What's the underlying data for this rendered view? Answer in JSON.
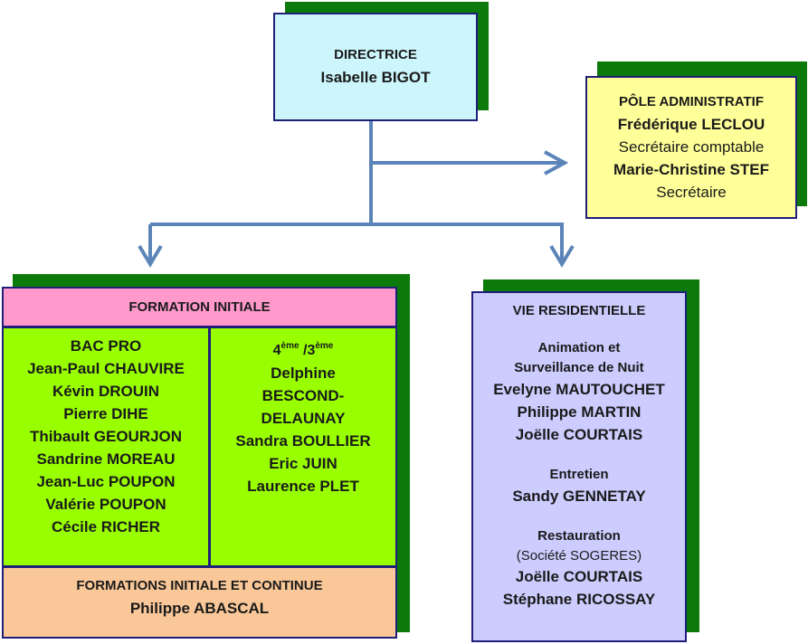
{
  "director": {
    "title": "DIRECTRICE",
    "name": "Isabelle BIGOT"
  },
  "admin": {
    "title": "PÔLE ADMINISTRATIF",
    "people": [
      {
        "name": "Frédérique LECLOU",
        "role": "Secrétaire comptable"
      },
      {
        "name": "Marie-Christine STEF",
        "role": "Secrétaire"
      }
    ]
  },
  "formation_initiale": {
    "title": "FORMATION INITIALE",
    "bacpro": {
      "title": "BAC PRO",
      "members": [
        "Jean-Paul CHAUVIRE",
        "Kévin DROUIN",
        "Pierre DIHE",
        "Thibault GEOURJON",
        "Sandrine MOREAU",
        "Jean-Luc POUPON",
        "Valérie POUPON",
        "Cécile RICHER"
      ]
    },
    "college": {
      "level_a": "4",
      "level_a_sup": "ème",
      "level_sep": " /3",
      "level_b_sup": "ème",
      "members": [
        "Delphine",
        "BESCOND-",
        "DELAUNAY",
        "Sandra BOULLIER",
        "Eric JUIN",
        "Laurence PLET"
      ]
    }
  },
  "formations_ic": {
    "title": "FORMATIONS INITIALE ET CONTINUE",
    "name": "Philippe ABASCAL"
  },
  "vie_residentielle": {
    "title": "VIE RESIDENTIELLE",
    "animation": {
      "title_line1": "Animation et",
      "title_line2": "Surveillance de Nuit",
      "members": [
        "Evelyne MAUTOUCHET",
        "Philippe MARTIN",
        "Joëlle COURTAIS"
      ]
    },
    "entretien": {
      "title": "Entretien",
      "members": [
        "Sandy GENNETAY"
      ]
    },
    "restauration": {
      "title": "Restauration",
      "note": "(Société SOGERES)",
      "members": [
        "Joëlle COURTAIS",
        "Stéphane RICOSSAY"
      ]
    }
  },
  "colors": {
    "shadow": "#0b7a0b",
    "connector": "#5b84b8",
    "director_bg": "#ccf6fb",
    "admin_bg": "#ffff99",
    "fi_header_bg": "#ff99cc",
    "fi_body_bg": "#99ff00",
    "fic_bg": "#fac898",
    "vie_bg": "#ccccff",
    "border": "#1f1f7a"
  }
}
